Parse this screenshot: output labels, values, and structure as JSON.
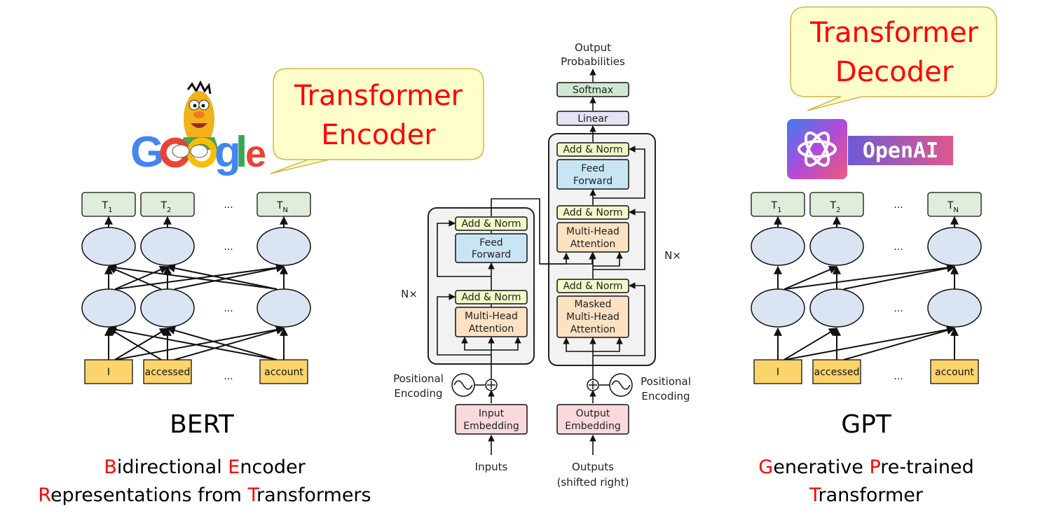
{
  "callouts": {
    "encoder": [
      "Transformer",
      "Encoder"
    ],
    "decoder": [
      "Transformer",
      "Decoder"
    ]
  },
  "logos": {
    "google": "Google",
    "openai": "OpenAI"
  },
  "bert": {
    "title": "BERT",
    "line1": [
      {
        "text": "B",
        "red": true
      },
      {
        "text": "idirectional ",
        "red": false
      },
      {
        "text": "E",
        "red": true
      },
      {
        "text": "ncoder",
        "red": false
      }
    ],
    "line2": [
      {
        "text": "R",
        "red": true
      },
      {
        "text": "epresentations from ",
        "red": false
      },
      {
        "text": "T",
        "red": true
      },
      {
        "text": "ransformers",
        "red": false
      }
    ],
    "outputs": [
      "T",
      "T",
      "T"
    ],
    "output_subs": [
      "1",
      "2",
      "N"
    ],
    "inputs": [
      "I",
      "accessed",
      "account"
    ],
    "ellipsis": "..."
  },
  "gpt": {
    "title": "GPT",
    "line1": [
      {
        "text": "G",
        "red": true
      },
      {
        "text": "enerative ",
        "red": false
      },
      {
        "text": "P",
        "red": true
      },
      {
        "text": "re-trained",
        "red": false
      }
    ],
    "line2": [
      {
        "text": "T",
        "red": true
      },
      {
        "text": "ransformer",
        "red": false
      }
    ],
    "outputs": [
      "T",
      "T",
      "T"
    ],
    "output_subs": [
      "1",
      "2",
      "N"
    ],
    "inputs": [
      "I",
      "accessed",
      "account"
    ],
    "ellipsis": "..."
  },
  "transformer": {
    "output_probs": [
      "Output",
      "Probabilities"
    ],
    "softmax": "Softmax",
    "linear": "Linear",
    "add_norm": "Add & Norm",
    "feed_forward": [
      "Feed",
      "Forward"
    ],
    "mha": [
      "Multi-Head",
      "Attention"
    ],
    "masked_mha": [
      "Masked",
      "Multi-Head",
      "Attention"
    ],
    "nx": "N×",
    "pos_enc": [
      "Positional",
      "Encoding"
    ],
    "input_emb": [
      "Input",
      "Embedding"
    ],
    "output_emb": [
      "Output",
      "Embedding"
    ],
    "inputs": "Inputs",
    "outputs": [
      "Outputs",
      "(shifted right)"
    ]
  },
  "colors": {
    "red": "#ff0000",
    "callout_fill": "#ffffcc",
    "callout_border": "#d4b640",
    "node_fill": "#dae4f2",
    "token_fill": "#fbd46b",
    "out_fill": "#dfeddb",
    "addnorm_fill": "#f3f8c7",
    "ff_fill": "#c8e5f3",
    "attn_fill": "#fce1c3",
    "emb_fill": "#fad9dd",
    "linear_fill": "#e4e3f4",
    "softmax_fill": "#cfe8d4",
    "block_fill": "#f2f2f2"
  }
}
